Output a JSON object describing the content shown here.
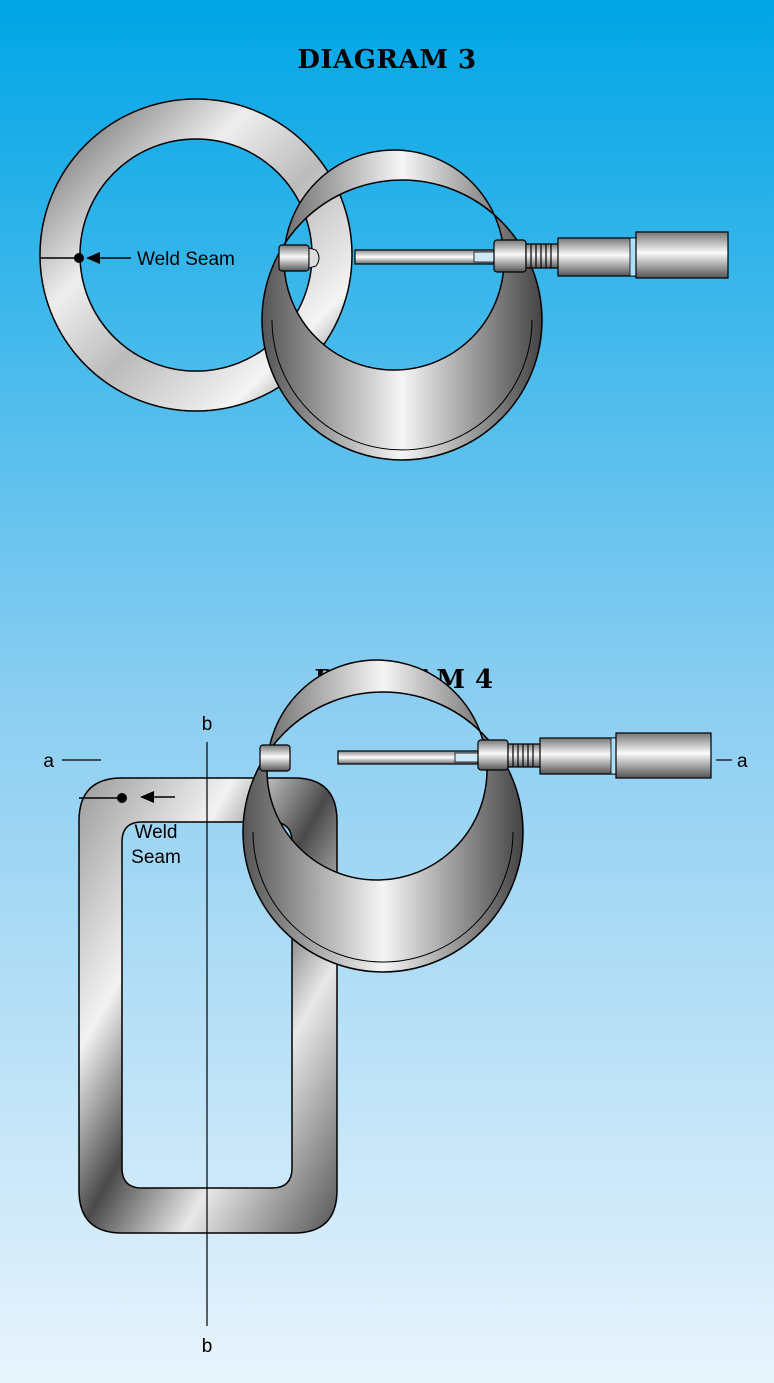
{
  "diagram3": {
    "title": "DIAGRAM 3",
    "weld_label": "Weld Seam"
  },
  "diagram4": {
    "title": "DIAGRAM 4",
    "weld_label_line1": "Weld",
    "weld_label_line2": "Seam",
    "axis_a_label": "a",
    "axis_b_label": "b"
  },
  "colors": {
    "background_top": "#00a6e6",
    "background_bottom": "#e8f4fc",
    "metal_light": "#f2f2f2",
    "metal_dark": "#3a3a3a"
  }
}
